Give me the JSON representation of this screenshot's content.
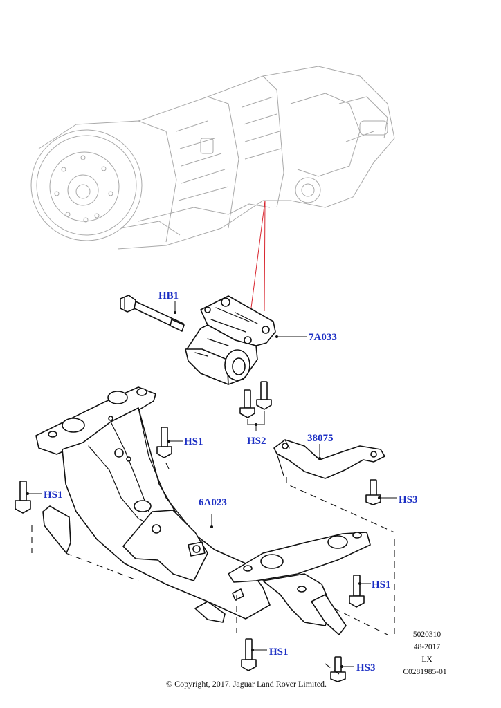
{
  "labels": {
    "hb1": "HB1",
    "mount": "7A033",
    "hs2": "HS2",
    "bracket": "38075",
    "hs1_a": "HS1",
    "hs1_b": "HS1",
    "crossmember": "6A023",
    "hs3_a": "HS3",
    "hs1_c": "HS1",
    "hs1_d": "HS1",
    "hs3_b": "HS3"
  },
  "reference": {
    "line1": "5020310",
    "line2": "48-2017",
    "line3": "LX",
    "line4": "C0281985-01"
  },
  "copyright": "© Copyright, 2017. Jaguar Land Rover Limited.",
  "colors": {
    "label": "#1c2fc4",
    "leader_red": "#d8262f",
    "ghost": "#a9a9a9",
    "line": "#111111"
  }
}
